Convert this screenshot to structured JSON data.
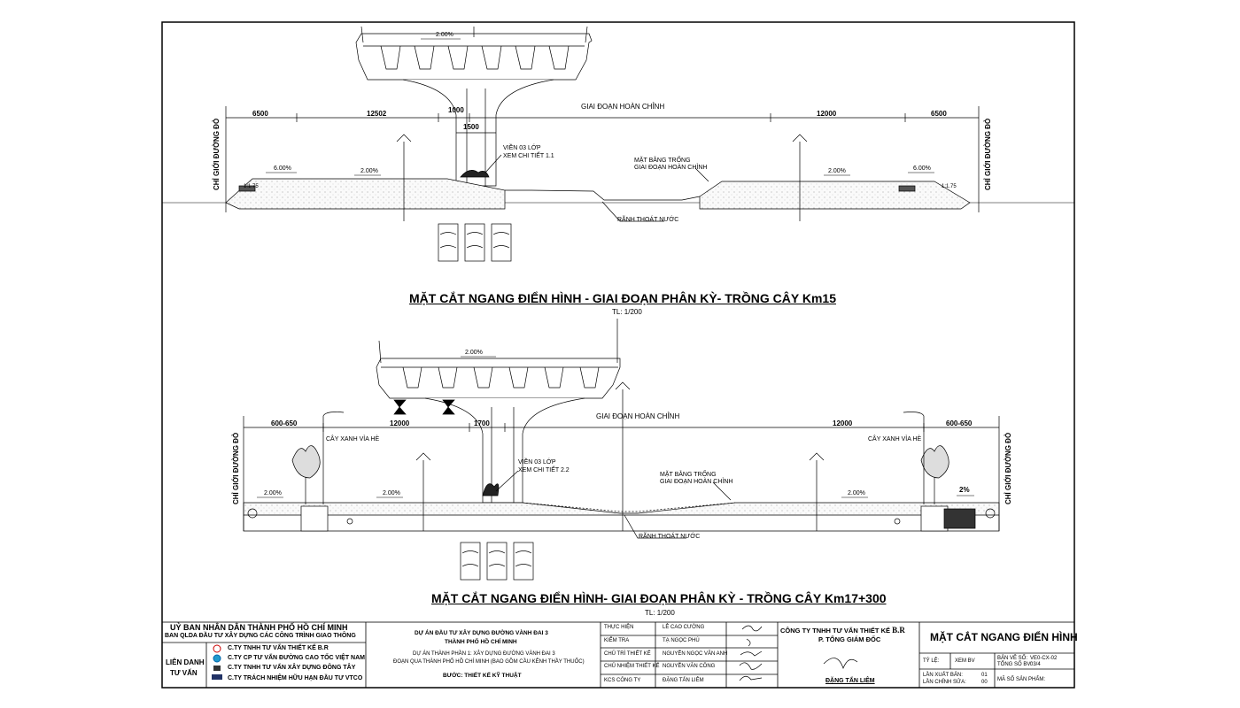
{
  "section1": {
    "title": "MẶT CẮT NGANG ĐIỂN HÌNH -  GIAI ĐOẠN PHÂN KỲ- TRỒNG CÂY Km15",
    "scale": "TL: 1/200",
    "boundary_label": "CHỈ GIỚI ĐƯỜNG ĐỎ",
    "phase_label": "GIAI ĐOẠN HOÀN CHỈNH",
    "dims": [
      "6500",
      "12502",
      "1000",
      "1500",
      "12000",
      "6500"
    ],
    "slopes": [
      "2.00%",
      "6.00%",
      "2.00%",
      "2.00%",
      "6.00%"
    ],
    "side_slopes": [
      "1:1.75",
      "1:1.75"
    ],
    "note_curb": [
      "VIỀN 03 LỚP",
      "XEM CHI TIẾT 1.1"
    ],
    "note_empty": [
      "MẶT BẰNG TRỐNG",
      "GIAI ĐOẠN HOÀN CHỈNH"
    ],
    "note_drain": "RÃNH THOÁT NƯỚC"
  },
  "section2": {
    "title": "MẶT CẮT NGANG ĐIỂN HÌNH- GIAI ĐOẠN PHÂN KỲ - TRỒNG CÂY Km17+300",
    "scale": "TL: 1/200",
    "boundary_label": "CHỈ GIỚI ĐƯỜNG ĐỎ",
    "phase_label": "GIAI ĐOẠN HOÀN CHỈNH",
    "dims": [
      "600-650",
      "12000",
      "1700",
      "12000",
      "600-650"
    ],
    "slopes": [
      "2.00%",
      "2.00%",
      "2.00%",
      "2.00%",
      "2%"
    ],
    "note_tree": "CÂY XANH VỈA HÈ",
    "note_curb": [
      "VIỀN 03 LỚP",
      "XEM CHI TIẾT 2.2"
    ],
    "note_empty": [
      "MẶT BẰNG TRỐNG",
      "GIAI ĐOẠN HOÀN CHỈNH"
    ],
    "note_drain": "RÃNH THOÁT NƯỚC"
  },
  "title_block": {
    "owner1": "UỶ BAN NHÂN DÂN THÀNH PHỐ HỒ CHÍ MINH",
    "owner2": "BAN QLDA ĐẦU TƯ XÂY DỰNG CÁC CÔNG TRÌNH GIAO THÔNG",
    "joint_label_1": "LIÊN DANH",
    "joint_label_2": "TƯ VẤN",
    "companies": [
      "C.TY TNHH TƯ VẤN THIẾT KẾ B.R",
      "C.TY CP TƯ VẤN ĐƯỜNG CAO TỐC VIỆT NAM",
      "C.TY TNHH TƯ VẤN XÂY DỰNG ĐÔNG TÂY",
      "C.TY TRÁCH NHIỆM HỮU HẠN  ĐẦU TƯ VTCO"
    ],
    "project1": "DỰ ÁN ĐẦU TƯ XÂY DỰNG ĐƯỜNG VÀNH ĐAI 3",
    "project2": "THÀNH PHỐ HỒ CHÍ MINH",
    "subproject1": "DỰ ÁN THÀNH PHẦN 1: XÂY DỰNG ĐƯỜNG VÀNH ĐAI 3",
    "subproject2": "ĐOẠN QUA THÀNH PHỐ HỒ CHÍ MINH (BAO GỒM CẦU KÊNH THẦY THUỐC)",
    "stage": "BƯỚC: THIẾT KẾ KỸ THUẬT",
    "roles": [
      {
        "role": "THỰC HIỆN",
        "name": "LÊ CAO CƯỜNG"
      },
      {
        "role": "KIỂM TRA",
        "name": "TẠ NGỌC PHÚ"
      },
      {
        "role": "CHỦ TRÌ THIẾT KẾ",
        "name": "NGUYỄN NGỌC VÂN ANH"
      },
      {
        "role": "CHỦ NHIỆM THIẾT KẾ",
        "name": "NGUYỄN VĂN CÔNG"
      },
      {
        "role": "KCS CÔNG TY",
        "name": "ĐẶNG TẤN LIÊM"
      }
    ],
    "company": "CÔNG TY TNHH TƯ VẤN THIẾT KẾ",
    "company_brand": "B.R",
    "director_title": "P. TỔNG GIÁM ĐỐC",
    "director_name": "ĐẶNG TẤN LIÊM",
    "drawing_title": "MẶT CẮT NGANG ĐIỂN HÌNH",
    "scale_label": "TỶ LỆ:",
    "scale_value": "XEM BV",
    "sheet_no_label": "BẢN VẼ SỐ:",
    "sheet_no": "VE0-CX-02",
    "total_label": "TỔNG SỐ BV:",
    "total": "03/4",
    "issue_label": "LẦN XUẤT BẢN:",
    "issue": "01",
    "revision_label": "LẦN CHỈNH SỬA:",
    "revision": "00",
    "product_code_label": "MÃ SỐ SẢN PHẨM:"
  },
  "colors": {
    "line": "#000000",
    "hatch": "#666666",
    "fill": "#f4f4f4"
  }
}
